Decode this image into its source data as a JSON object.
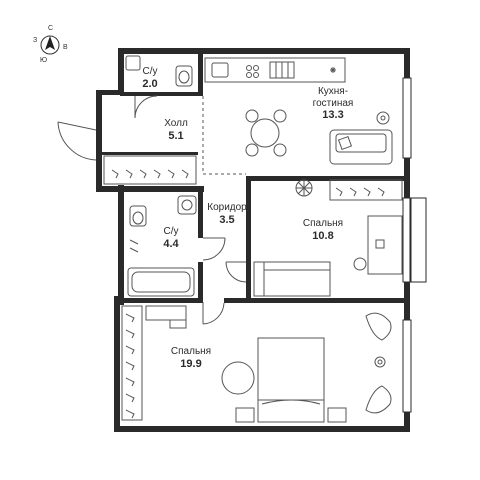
{
  "compass": {
    "north": "С",
    "west": "З",
    "east": "В",
    "south": "Ю"
  },
  "rooms": {
    "bathroom_top": {
      "name": "С/у",
      "area": "2.0"
    },
    "hall": {
      "name": "Холл",
      "area": "5.1"
    },
    "kitchen": {
      "name": "Кухня-\nгостиная",
      "area": "13.3"
    },
    "corridor": {
      "name": "Коридор",
      "area": "3.5"
    },
    "bathroom_mid": {
      "name": "С/у",
      "area": "4.4"
    },
    "bedroom_small": {
      "name": "Спальня",
      "area": "10.8"
    },
    "bedroom_large": {
      "name": "Спальня",
      "area": "19.9"
    }
  },
  "colors": {
    "wall": "#2a2a2a",
    "furniture": "#555555",
    "accent": "#e8e8e8"
  }
}
